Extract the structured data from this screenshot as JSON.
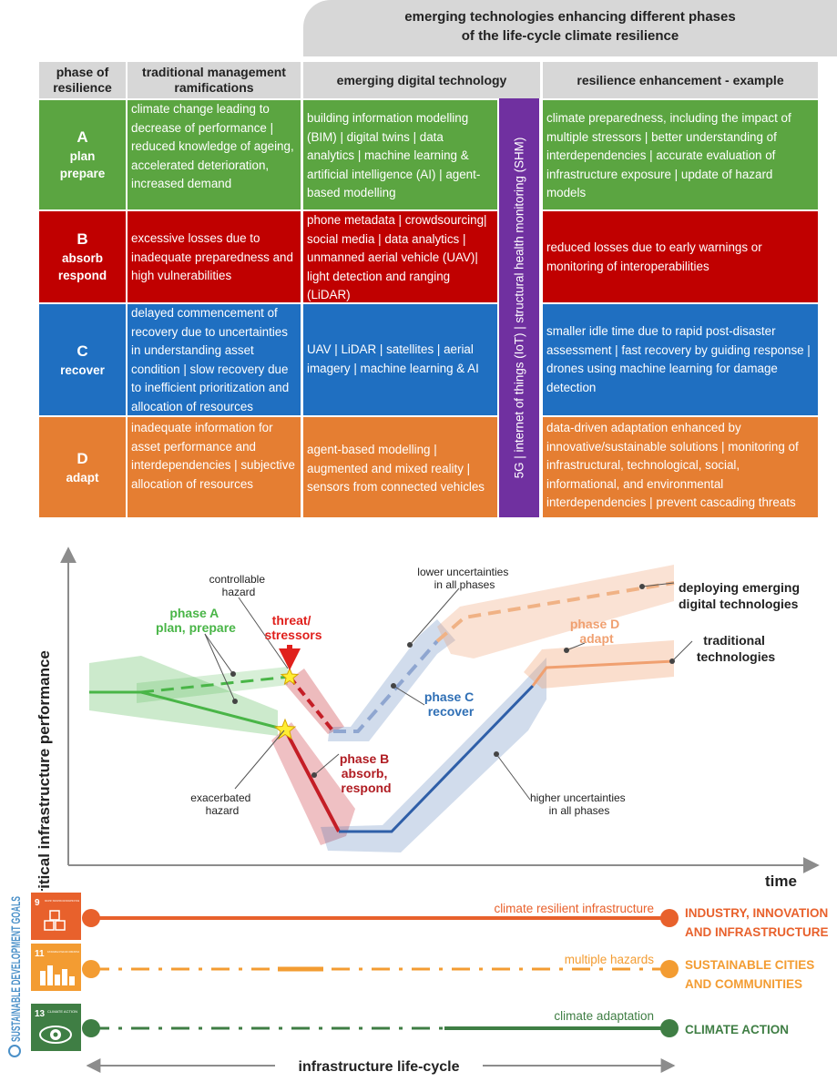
{
  "banner": {
    "line1": "emerging technologies enhancing different phases",
    "line2": "of the life-cycle climate resilience"
  },
  "table": {
    "headers": {
      "phase": "phase of resilience",
      "traditional": "traditional management ramifications",
      "emerging": "emerging digital technology",
      "enhancement": "resilience enhancement - example"
    },
    "vertical_bar": "5G | internet of things (IoT) | structural health monitoring (SHM)",
    "colors": {
      "A": "#5ba541",
      "B": "#c00000",
      "C": "#1f6fc1",
      "D": "#e57e32",
      "vbar": "#7030a0",
      "header": "#d7d7d7"
    },
    "rows": [
      {
        "letter": "A",
        "name1": "plan",
        "name2": "prepare",
        "traditional": "climate change leading to decrease  of performance | reduced knowledge of ageing, accelerated deterioration, increased demand",
        "emerging": "building information modelling (BIM) | digital twins | data analytics | machine learning & artificial intelligence (AI) | agent-based modelling",
        "enhancement": "climate preparedness, including the impact of multiple stressors | better understanding of interdependencies | accurate evaluation of infrastructure exposure | update of hazard models"
      },
      {
        "letter": "B",
        "name1": "absorb",
        "name2": "respond",
        "traditional": "excessive losses due to inadequate preparedness and high vulnerabilities",
        "emerging": "phone metadata | crowdsourcing| social media | data analytics | unmanned aerial vehicle (UAV)| light detection and ranging (LiDAR)",
        "enhancement": "reduced losses due to early warnings or monitoring of interoperabilities"
      },
      {
        "letter": "C",
        "name1": "recover",
        "name2": "",
        "traditional": "delayed commencement of recovery due to uncertainties in understanding asset condition | slow recovery due to inefficient prioritization and allocation of resources",
        "emerging": "UAV | LiDAR | satellites | aerial imagery | machine learning & AI",
        "enhancement": "smaller idle time due to rapid post-disaster assessment | fast recovery by guiding response | drones using machine learning for damage detection"
      },
      {
        "letter": "D",
        "name1": "adapt",
        "name2": "",
        "traditional": "inadequate information for asset performance and interdependencies | subjective allocation of resources",
        "emerging": "agent-based modelling | augmented and mixed reality | sensors from connected vehicles",
        "enhancement": "data-driven adaptation enhanced by innovative/sustainable solutions | monitoring of infrastructural, technological, social, informational, and environmental interdependencies | prevent cascading threats"
      }
    ]
  },
  "chart": {
    "y_axis": "critical infrastructure performance",
    "x_axis": "time",
    "labels": {
      "controllable1": "controllable",
      "controllable2": "hazard",
      "threat1": "threat/",
      "threat2": "stressors",
      "phaseA1": "phase A",
      "phaseA2": "plan, prepare",
      "lower1": "lower uncertainties",
      "lower2": "in all phases",
      "deploy1": "deploying emerging",
      "deploy2": "digital technologies",
      "phaseD1": "phase D",
      "phaseD2": "adapt",
      "trad1": "traditional",
      "trad2": "technologies",
      "phaseC1": "phase C",
      "phaseC2": "recover",
      "phaseB1": "phase B",
      "phaseB2": "absorb,",
      "phaseB3": "respond",
      "exacerbated1": "exacerbated",
      "exacerbated2": "hazard",
      "higher1": "higher uncertainties",
      "higher2": "in all phases"
    },
    "colors": {
      "green": "#49b547",
      "red": "#c41e26",
      "blue": "#2f5fa8",
      "orange": "#f0a070",
      "dark": "#333333"
    }
  },
  "sdg": {
    "vertical_logo": "SUSTAINABLE DEVELOPMENT GOALS",
    "goals": [
      {
        "num": "9",
        "small": "INDUSTRY, INNOVATION AND INFRASTRUCTURE",
        "line": "climate resilient infrastructure",
        "name1": "INDUSTRY, INNOVATION",
        "name2": "AND INFRASTRUCTURE",
        "color": "#e8612c"
      },
      {
        "num": "11",
        "small": "SUSTAINABLE CITIES AND COMMUNITIES",
        "line": "multiple hazards",
        "name1": "SUSTAINABLE CITIES",
        "name2": "AND COMMUNITIES",
        "color": "#f39c32"
      },
      {
        "num": "13",
        "small": "CLIMATE ACTION",
        "line": "climate adaptation",
        "name1": "CLIMATE ACTION",
        "name2": "",
        "color": "#3f7e44"
      }
    ],
    "lifecycle": "infrastructure life-cycle"
  }
}
